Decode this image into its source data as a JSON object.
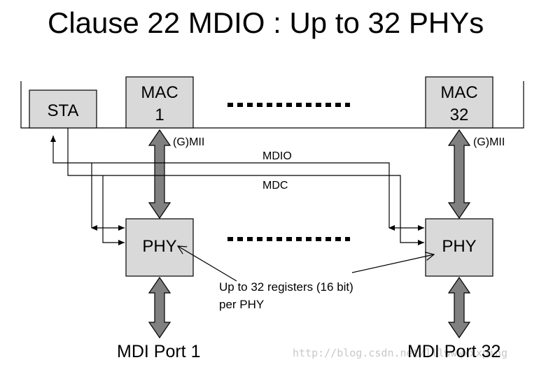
{
  "title": "Clause 22 MDIO : Up to 32 PHYs",
  "boxes": {
    "sta": "STA",
    "mac1_line1": "MAC",
    "mac1_line2": "1",
    "mac32_line1": "MAC",
    "mac32_line2": "32",
    "phy1": "PHY",
    "phy32": "PHY"
  },
  "labels": {
    "gmii_left": "(G)MII",
    "gmii_right": "(G)MII",
    "mdio": "MDIO",
    "mdc": "MDC",
    "mdi_port1": "MDI Port 1",
    "mdi_port32": "MDI Port 32",
    "registers_line1": "Up to 32 registers (16 bit)",
    "registers_line2": "per PHY"
  },
  "watermark": "http://blog.csdn.net/lllwwwxxxping"
}
